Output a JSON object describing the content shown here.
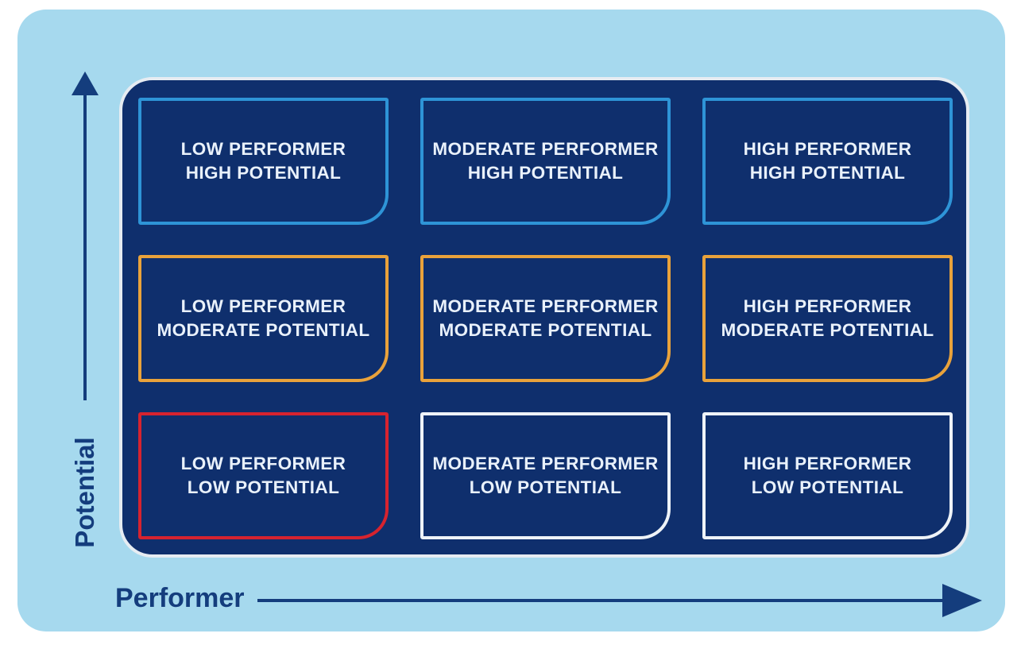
{
  "colors": {
    "page_background": "#ffffff",
    "canvas_background": "#a6d9ee",
    "panel_background": "#0f2f6d",
    "panel_outline": "#e6ecf2",
    "high_potential_border": "#2e94d7",
    "moderate_potential_border": "#e9a23b",
    "low_low_border": "#d6232f",
    "low_potential_border": "#eef3f8",
    "cell_text": "#e9f1fb",
    "axis": "#143d7d"
  },
  "axes": {
    "y_label": "Potential",
    "x_label": "Performer"
  },
  "matrix": {
    "rows": 3,
    "cols": 3,
    "cells": [
      {
        "line1": "LOW PERFORMER",
        "line2": "HIGH POTENTIAL",
        "border": "#2e94d7"
      },
      {
        "line1": "MODERATE PERFORMER",
        "line2": "HIGH POTENTIAL",
        "border": "#2e94d7"
      },
      {
        "line1": "HIGH PERFORMER",
        "line2": "HIGH POTENTIAL",
        "border": "#2e94d7"
      },
      {
        "line1": "LOW PERFORMER",
        "line2": "MODERATE POTENTIAL",
        "border": "#e9a23b"
      },
      {
        "line1": "MODERATE PERFORMER",
        "line2": "MODERATE POTENTIAL",
        "border": "#e9a23b"
      },
      {
        "line1": "HIGH PERFORMER",
        "line2": "MODERATE POTENTIAL",
        "border": "#e9a23b"
      },
      {
        "line1": "LOW PERFORMER",
        "line2": "LOW POTENTIAL",
        "border": "#d6232f"
      },
      {
        "line1": "MODERATE PERFORMER",
        "line2": "LOW POTENTIAL",
        "border": "#eef3f8"
      },
      {
        "line1": "HIGH PERFORMER",
        "line2": "LOW POTENTIAL",
        "border": "#eef3f8"
      }
    ]
  }
}
